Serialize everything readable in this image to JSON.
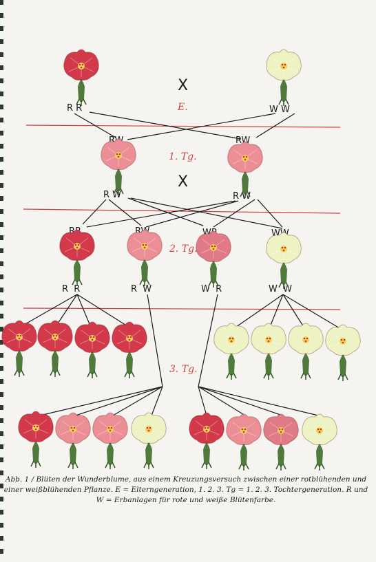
{
  "labels": {
    "cross": "X",
    "parent_left_alleles": "R R",
    "parent_right_alleles": "W W",
    "f1_left_genotype": "RW",
    "f1_right_genotype": "RW",
    "f1_left_alleles": "R W",
    "f1_right_alleles": "R W",
    "f2_g1": "RR",
    "f2_g2": "RW",
    "f2_g3": "WR",
    "f2_g4": "WW",
    "f2_a1": "R  R",
    "f2_a2": "R  W",
    "f2_a3": "W  R",
    "f2_a4": "W  W"
  },
  "generations": {
    "parents": "E.",
    "first": "1. Tg.",
    "second": "2. Tg.",
    "third": "3. Tg."
  },
  "caption": {
    "line1": "Abb. 1  /  Blüten der Wunderblume, aus einem Kreuzungsversuch zwischen einer rotblühenden und",
    "line2": "einer weißblühenden Pflanze. E = Elterngeneration, 1. 2. 3. Tg = 1. 2. 3. Tochtergeneration. R und",
    "line3": "W = Erbanlagen für rote und weiße Blütenfarbe."
  },
  "colors": {
    "red": "#d2394a",
    "pink": "#ec8e96",
    "white": "#eef3c4",
    "separator": "#cf3b3f",
    "label_red": "#d1453f"
  }
}
